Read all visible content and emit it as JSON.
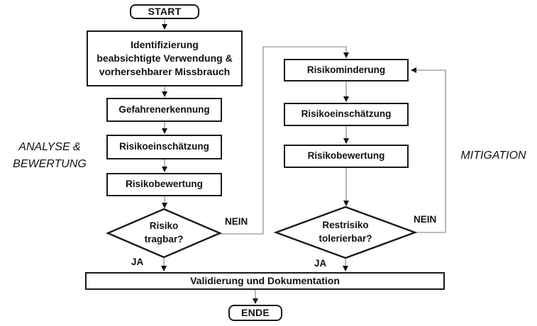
{
  "diagram": {
    "nodes": {
      "start": "START",
      "identification": "Identifizierung\nbeabsichtigte Verwendung &\nvorhersehbarer Missbrauch",
      "hazard_identification": "Gefahrenerkennung",
      "risk_estimation_left": "Risikoeinschätzung",
      "risk_evaluation_left": "Risikobewertung",
      "decision_left": "Risiko\ntragbar?",
      "risk_mitigation": "Risikominderung",
      "risk_estimation_right": "Risikoeinschätzung",
      "risk_evaluation_right": "Risikobewertung",
      "decision_right": "Restrisiko\ntolerierbar?",
      "validation": "Validierung und Dokumentation",
      "end": "ENDE"
    },
    "edge_labels": {
      "left_no": "NEIN",
      "left_yes": "JA",
      "right_no": "NEIN",
      "right_yes": "JA"
    },
    "side_labels": {
      "left": "ANALYSE &\nBEWERTUNG",
      "right": "MITIGATION"
    },
    "colors": {
      "connector": "#a6a6a6",
      "box_border": "#1a1a1a",
      "arrowhead": "#111111",
      "background": "#ffffff",
      "text": "#111111"
    }
  }
}
